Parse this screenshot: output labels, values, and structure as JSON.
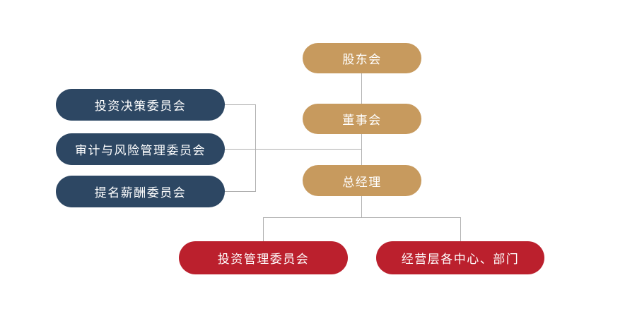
{
  "colors": {
    "gold": "#C79A5E",
    "navy": "#2D4763",
    "red": "#BB202D",
    "connector": "#AFAFAF",
    "text": "#FFFFFF",
    "background": "#FFFFFF"
  },
  "diagram": {
    "type": "org-chart",
    "nodes": {
      "shareholders": {
        "label": "股东会",
        "color": "gold"
      },
      "board": {
        "label": "董事会",
        "color": "gold"
      },
      "general_manager": {
        "label": "总经理",
        "color": "gold"
      },
      "investment_decision_committee": {
        "label": "投资决策委员会",
        "color": "navy"
      },
      "audit_risk_committee": {
        "label": "审计与风险管理委员会",
        "color": "navy"
      },
      "nomination_remuneration_committee": {
        "label": "提名薪酬委员会",
        "color": "navy"
      },
      "investment_management_committee": {
        "label": "投资管理委员会",
        "color": "red"
      },
      "operating_centers_departments": {
        "label": "经营层各中心、部门",
        "color": "red"
      }
    },
    "edges": [
      {
        "from": "shareholders",
        "to": "board"
      },
      {
        "from": "board",
        "to": "general_manager"
      },
      {
        "from": "board",
        "to": "investment_decision_committee"
      },
      {
        "from": "board",
        "to": "audit_risk_committee"
      },
      {
        "from": "board",
        "to": "nomination_remuneration_committee"
      },
      {
        "from": "general_manager",
        "to": "investment_management_committee"
      },
      {
        "from": "general_manager",
        "to": "operating_centers_departments"
      }
    ]
  }
}
